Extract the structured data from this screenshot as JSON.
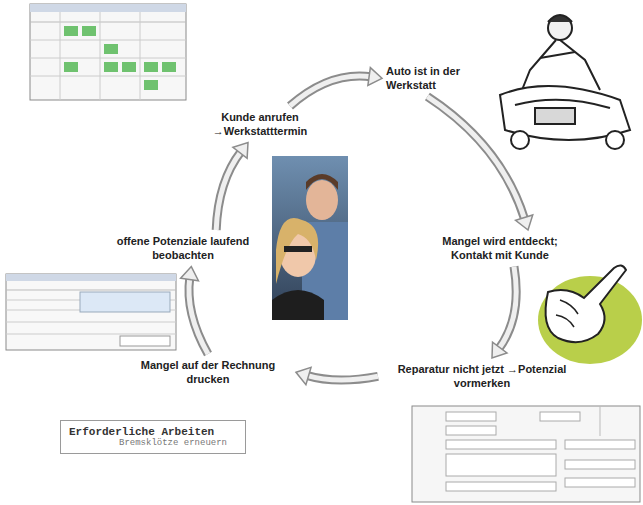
{
  "diagram": {
    "nodes": [
      {
        "text": [
          "Kunde anrufen →Werkstatttermin"
        ]
      },
      {
        "text": [
          "Auto ist in der Werkstatt"
        ]
      },
      {
        "text": [
          "Mangel wird entdeckt; Kontakt mit Kunde"
        ]
      },
      {
        "text": [
          "Reparatur nicht jetzt →Potenzial vormerken"
        ]
      },
      {
        "text": [
          "Mangel auf der Rechnung drucken"
        ]
      },
      {
        "text": [
          "offene Potenziale laufend beobachten"
        ]
      },
      {
        "text": [
          "Erforderliche Arbeiten",
          "Bremsklötze erneuern"
        ]
      }
    ],
    "edges": [
      {
        "from": 0,
        "to": 1,
        "arrow": "to"
      },
      {
        "from": 1,
        "to": 2,
        "arrow": "to"
      },
      {
        "from": 2,
        "to": 3,
        "arrow": "to"
      },
      {
        "from": 3,
        "to": 4,
        "arrow": "to"
      },
      {
        "from": 4,
        "to": 5,
        "arrow": "to"
      },
      {
        "from": 5,
        "to": 0,
        "arrow": "to"
      }
    ]
  }
}
